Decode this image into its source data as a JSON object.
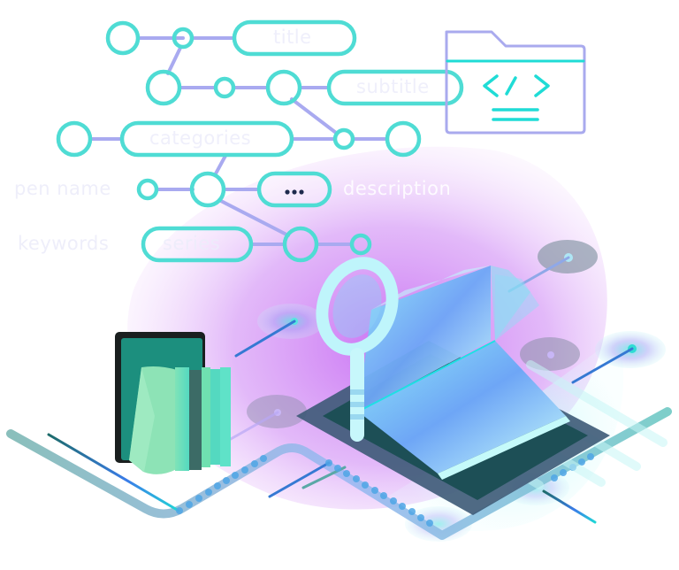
{
  "illustration": {
    "theme": "metadata search / digital library",
    "colors": {
      "node_stroke": "#4fdcd4",
      "connector": "#a9aaf0",
      "folder_stroke": "#a9aaee",
      "folder_accent": "#1fdcd6",
      "purple_glow": "#d38cf5",
      "cyan_glow": "#ccfbfb",
      "dark_platform": "#1d4f56",
      "book_blue": "#5fb4f8",
      "books_green": "#6fe0b0"
    }
  },
  "metadata_tree": {
    "pills": {
      "title": "title",
      "subtitle": "subtitle",
      "categories": "categories",
      "series": "series",
      "more": "..."
    },
    "floating_labels": {
      "pen_name": "pen name",
      "keywords": "keywords",
      "description": "description"
    }
  },
  "code_folder": {
    "icon": "code-folder-icon",
    "glyph": "</>"
  }
}
